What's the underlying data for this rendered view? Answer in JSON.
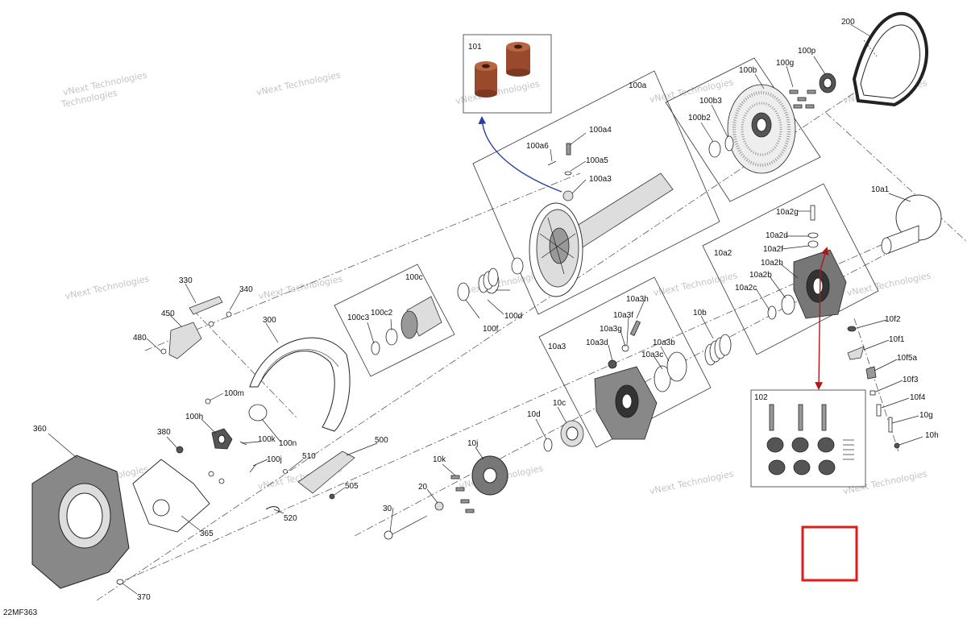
{
  "diagram_code": "22MF363",
  "watermark": "vNext Technologies",
  "colors": {
    "pointer_blue": "#2a3f9e",
    "pointer_red": "#b01818",
    "highlight_box": "#e01b1b",
    "bushing_brown": "#9a4a2c"
  },
  "labels": {
    "p101": "101",
    "p102": "102",
    "p200": "200",
    "p100a": "100a",
    "p100a3": "100a3",
    "p100a4": "100a4",
    "p100a5": "100a5",
    "p100a6": "100a6",
    "p100b": "100b",
    "p100b2": "100b2",
    "p100b3": "100b3",
    "p100g": "100g",
    "p100p": "100p",
    "p100c": "100c",
    "p100c2": "100c2",
    "p100c3": "100c3",
    "p100d": "100d",
    "p100f": "100f",
    "p10a1": "10a1",
    "p10a2": "10a2",
    "p10a2b": "10a2b",
    "p10a2c": "10a2c",
    "p10a2d": "10a2d",
    "p10a2f": "10a2f",
    "p10a2g": "10a2g",
    "p10a2h": "10a2h",
    "p10a3": "10a3",
    "p10a3b": "10a3b",
    "p10a3c": "10a3c",
    "p10a3d": "10a3d",
    "p10a3f": "10a3f",
    "p10a3g": "10a3g",
    "p10a3h": "10a3h",
    "p10b": "10b",
    "p10c": "10c",
    "p10d": "10d",
    "p10f1": "10f1",
    "p10f2": "10f2",
    "p10f3": "10f3",
    "p10f4": "10f4",
    "p10f5a": "10f5a",
    "p10g": "10g",
    "p10h": "10h",
    "p10j": "10j",
    "p10k": "10k",
    "p20": "20",
    "p30": "30",
    "p100h": "100h",
    "p100j": "100j",
    "p100k": "100k",
    "p100m": "100m",
    "p100n": "100n",
    "p300": "300",
    "p330": "330",
    "p340": "340",
    "p360": "360",
    "p365": "365",
    "p370": "370",
    "p380": "380",
    "p450": "450",
    "p480": "480",
    "p500": "500",
    "p505": "505",
    "p510": "510",
    "p520": "520"
  }
}
